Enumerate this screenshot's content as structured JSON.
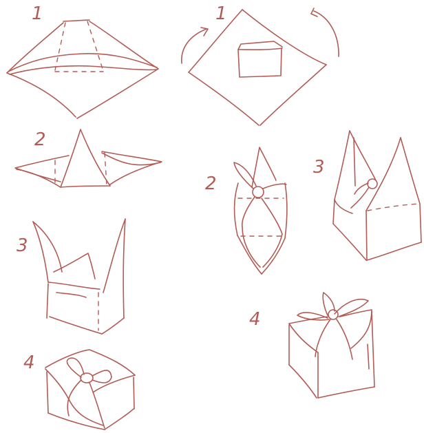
{
  "palette": {
    "ink": "#b25b55",
    "background": "#ffffff"
  },
  "sequences": [
    {
      "name": "left-sequence",
      "steps": [
        {
          "label": "1",
          "icon": "square-wrap-base-icon"
        },
        {
          "label": "2",
          "icon": "triangle-fold-icon"
        },
        {
          "label": "3",
          "icon": "raised-corners-icon"
        },
        {
          "label": "4",
          "icon": "tied-rectangular-box-icon"
        }
      ]
    },
    {
      "name": "right-sequence",
      "steps": [
        {
          "label": "1",
          "icon": "diamond-cloth-with-box-icon"
        },
        {
          "label": "2",
          "icon": "knotted-top-view-icon"
        },
        {
          "label": "3",
          "icon": "tall-corners-box-icon"
        },
        {
          "label": "4",
          "icon": "gift-box-with-bow-icon"
        }
      ]
    }
  ]
}
